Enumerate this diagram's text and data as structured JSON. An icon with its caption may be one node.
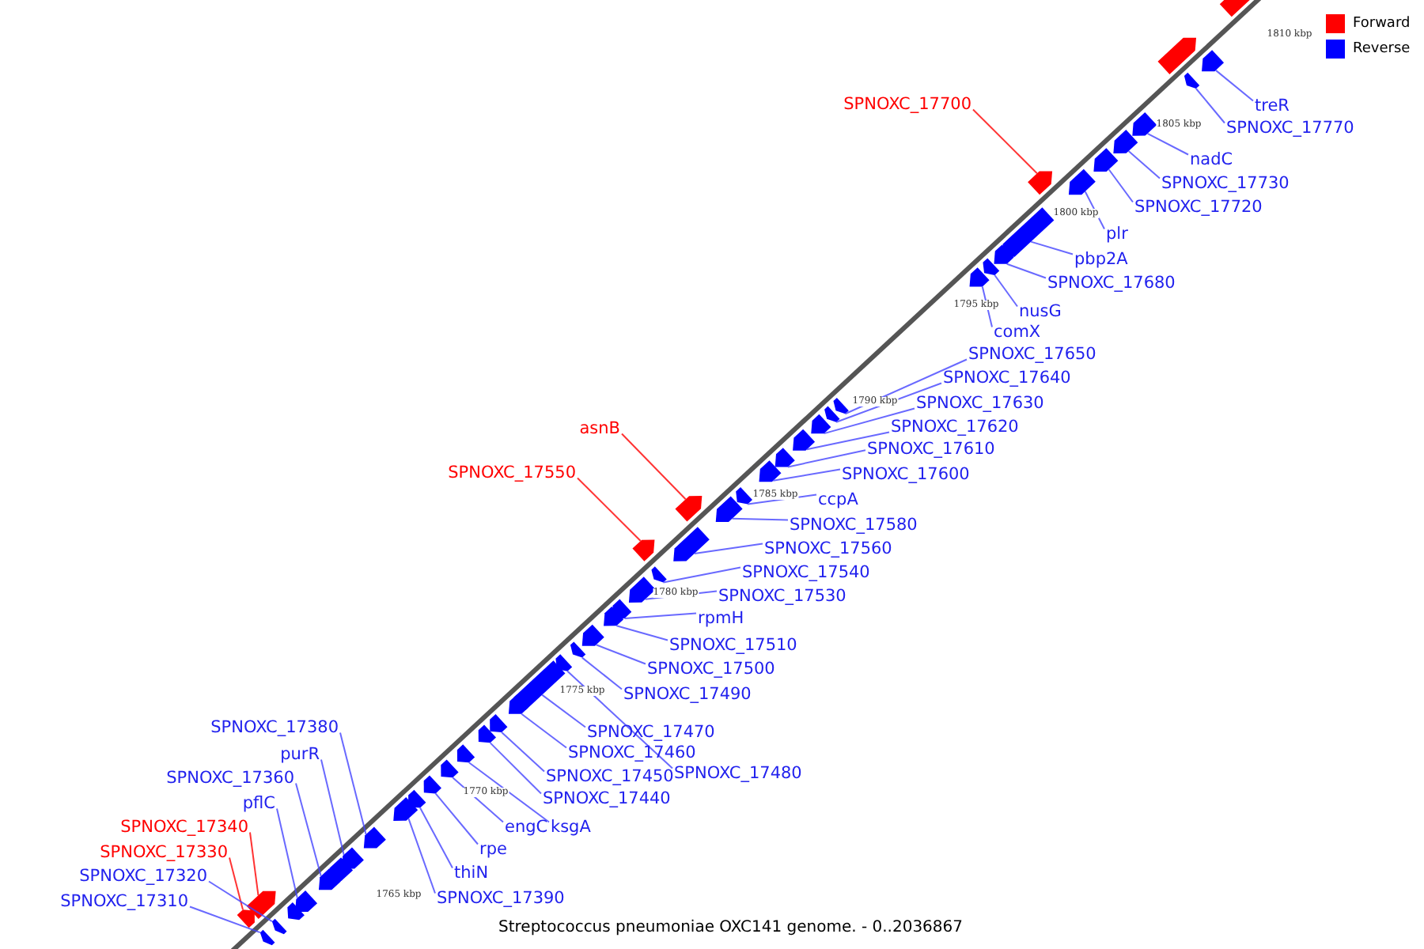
{
  "diagram": {
    "caption": "Streptococcus pneumoniae OXC141 genome. - 0..2036867",
    "nodes": [
      {
        "text": [
          "SPNOXC_17700"
        ]
      },
      {
        "text": [
          "treR"
        ]
      },
      {
        "text": [
          "SPNOXC_17770"
        ]
      },
      {
        "text": [
          "nadC"
        ]
      },
      {
        "text": [
          "SPNOXC_17730"
        ]
      },
      {
        "text": [
          "SPNOXC_17720"
        ]
      },
      {
        "text": [
          "plr"
        ]
      },
      {
        "text": [
          "pbp2A"
        ]
      },
      {
        "text": [
          "SPNOXC_17680"
        ]
      },
      {
        "text": [
          "nusG"
        ]
      },
      {
        "text": [
          "comX"
        ]
      },
      {
        "text": [
          "SPNOXC_17650"
        ]
      },
      {
        "text": [
          "SPNOXC_17640"
        ]
      },
      {
        "text": [
          "SPNOXC_17630"
        ]
      },
      {
        "text": [
          "SPNOXC_17620"
        ]
      },
      {
        "text": [
          "asnB"
        ]
      },
      {
        "text": [
          "SPNOXC_17610"
        ]
      },
      {
        "text": [
          "SPNOXC_17550"
        ]
      },
      {
        "text": [
          "SPNOXC_17600"
        ]
      },
      {
        "text": [
          "ccpA"
        ]
      },
      {
        "text": [
          "SPNOXC_17580"
        ]
      },
      {
        "text": [
          "SPNOXC_17560"
        ]
      },
      {
        "text": [
          "SPNOXC_17540"
        ]
      },
      {
        "text": [
          "SPNOXC_17530"
        ]
      },
      {
        "text": [
          "rpmH"
        ]
      },
      {
        "text": [
          "SPNOXC_17510"
        ]
      },
      {
        "text": [
          "SPNOXC_17500"
        ]
      },
      {
        "text": [
          "SPNOXC_17490"
        ]
      },
      {
        "text": [
          "SPNOXC_17380"
        ]
      },
      {
        "text": [
          "SPNOXC_17470"
        ]
      },
      {
        "text": [
          "purR"
        ]
      },
      {
        "text": [
          "SPNOXC_17460"
        ]
      },
      {
        "text": [
          "SPNOXC_17480"
        ]
      },
      {
        "text": [
          "SPNOXC_17360"
        ]
      },
      {
        "text": [
          "SPNOXC_17450"
        ]
      },
      {
        "text": [
          "SPNOXC_17440"
        ]
      },
      {
        "text": [
          "pflC"
        ]
      },
      {
        "text": [
          "SPNOXC_17340"
        ]
      },
      {
        "text": [
          "engC"
        ]
      },
      {
        "text": [
          "ksgA"
        ]
      },
      {
        "text": [
          "SPNOXC_17330"
        ]
      },
      {
        "text": [
          "rpe"
        ]
      },
      {
        "text": [
          "thiN"
        ]
      },
      {
        "text": [
          "SPNOXC_17320"
        ]
      },
      {
        "text": [
          "SPNOXC_17390"
        ]
      },
      {
        "text": [
          "SPNOXC_17310"
        ]
      },
      {
        "text": [],
        "shape": "pentagon"
      },
      {
        "text": [],
        "shape": "pentagon"
      },
      {
        "text": [],
        "shape": "pentagon"
      },
      {
        "text": [],
        "shape": "pentagon"
      },
      {
        "text": [],
        "shape": "pentagon"
      },
      {
        "text": [],
        "shape": "pentagon"
      },
      {
        "text": [],
        "shape": "pentagon"
      },
      {
        "text": [],
        "shape": "pentagon"
      },
      {
        "text": [],
        "shape": "pentagon"
      },
      {
        "text": [],
        "shape": "pentagon"
      },
      {
        "text": [],
        "shape": "pentagon"
      },
      {
        "text": [],
        "shape": "pentagon"
      },
      {
        "text": [],
        "shape": "pentagon"
      },
      {
        "text": [],
        "shape": "pentagon"
      },
      {
        "text": [],
        "shape": "pentagon"
      },
      {
        "text": [],
        "shape": "pentagon"
      },
      {
        "text": [],
        "shape": "pentagon"
      },
      {
        "text": [],
        "shape": "pentagon"
      },
      {
        "text": [],
        "shape": "pentagon"
      },
      {
        "text": [],
        "shape": "pentagon"
      },
      {
        "text": [],
        "shape": "pentagon"
      },
      {
        "text": [],
        "shape": "pentagon"
      },
      {
        "text": [],
        "shape": "pentagon"
      },
      {
        "text": [],
        "shape": "pentagon"
      },
      {
        "text": [],
        "shape": "pentagon"
      },
      {
        "text": [],
        "shape": "pentagon"
      },
      {
        "text": [],
        "shape": "pentagon"
      },
      {
        "text": [],
        "shape": "pentagon"
      },
      {
        "text": [],
        "shape": "pentagon"
      },
      {
        "text": [],
        "shape": "pentagon"
      },
      {
        "text": [],
        "shape": "pentagon"
      },
      {
        "text": [],
        "shape": "pentagon"
      },
      {
        "text": [],
        "shape": "pentagon"
      },
      {
        "text": [],
        "shape": "pentagon"
      },
      {
        "text": [],
        "shape": "pentagon"
      },
      {
        "text": [],
        "shape": "pentagon"
      },
      {
        "text": [],
        "shape": "pentagon"
      },
      {
        "text": [],
        "shape": "pentagon"
      },
      {
        "text": [],
        "shape": "pentagon"
      },
      {
        "text": [],
        "shape": "pentagon"
      },
      {
        "text": [],
        "shape": "pentagon"
      },
      {
        "text": [],
        "shape": "pentagon"
      },
      {
        "text": [],
        "shape": "pentagon"
      },
      {
        "text": [],
        "shape": "pentagon"
      },
      {
        "text": [],
        "shape": "pentagon"
      },
      {
        "text": [],
        "shape": "pentagon"
      },
      {
        "text": [],
        "shape": "pentagon"
      },
      {
        "text": [],
        "shape": "pentagon"
      },
      {
        "text": [],
        "shape": "pentagon"
      },
      {
        "text": [],
        "shape": "pentagon"
      }
    ],
    "edges": [
      {
        "from": 0,
        "to": 53,
        "arrow": "none",
        "color": "#ff0000"
      },
      {
        "from": 1,
        "to": 47,
        "arrow": "none"
      },
      {
        "from": 2,
        "to": 49,
        "arrow": "none"
      },
      {
        "from": 3,
        "to": 50,
        "arrow": "none"
      },
      {
        "from": 4,
        "to": 51,
        "arrow": "none"
      },
      {
        "from": 5,
        "to": 52,
        "arrow": "none"
      },
      {
        "from": 6,
        "to": 54,
        "arrow": "none"
      },
      {
        "from": 7,
        "to": 55,
        "arrow": "none"
      },
      {
        "from": 8,
        "to": 56,
        "arrow": "none"
      },
      {
        "from": 9,
        "to": 57,
        "arrow": "none"
      },
      {
        "from": 10,
        "to": 58,
        "arrow": "none"
      },
      {
        "from": 11,
        "to": 59,
        "arrow": "none"
      },
      {
        "from": 12,
        "to": 60,
        "arrow": "none"
      },
      {
        "from": 13,
        "to": 61,
        "arrow": "none"
      },
      {
        "from": 14,
        "to": 62,
        "arrow": "none"
      },
      {
        "from": 15,
        "to": 65,
        "arrow": "none",
        "color": "#ff0000"
      },
      {
        "from": 16,
        "to": 63,
        "arrow": "none"
      },
      {
        "from": 17,
        "to": 68,
        "arrow": "none",
        "color": "#ff0000"
      },
      {
        "from": 18,
        "to": 64,
        "arrow": "none"
      },
      {
        "from": 19,
        "to": 66,
        "arrow": "none"
      },
      {
        "from": 20,
        "to": 67,
        "arrow": "none"
      },
      {
        "from": 21,
        "to": 69,
        "arrow": "none"
      },
      {
        "from": 22,
        "to": 70,
        "arrow": "none"
      },
      {
        "from": 23,
        "to": 71,
        "arrow": "none"
      },
      {
        "from": 24,
        "to": 72,
        "arrow": "none"
      },
      {
        "from": 25,
        "to": 73,
        "arrow": "none"
      },
      {
        "from": 26,
        "to": 74,
        "arrow": "none"
      },
      {
        "from": 27,
        "to": 75,
        "arrow": "none"
      },
      {
        "from": 28,
        "to": 87,
        "arrow": "none"
      },
      {
        "from": 29,
        "to": 77,
        "arrow": "none"
      },
      {
        "from": 30,
        "to": 88,
        "arrow": "none"
      },
      {
        "from": 31,
        "to": 78,
        "arrow": "none"
      },
      {
        "from": 32,
        "to": 76,
        "arrow": "none"
      },
      {
        "from": 33,
        "to": 89,
        "arrow": "none"
      },
      {
        "from": 34,
        "to": 79,
        "arrow": "none"
      },
      {
        "from": 35,
        "to": 80,
        "arrow": "none"
      },
      {
        "from": 36,
        "to": 90,
        "arrow": "none"
      },
      {
        "from": 37,
        "to": 91,
        "arrow": "none",
        "color": "#ff0000"
      },
      {
        "from": 38,
        "to": 82,
        "arrow": "none"
      },
      {
        "from": 39,
        "to": 81,
        "arrow": "none"
      },
      {
        "from": 40,
        "to": 92,
        "arrow": "none",
        "color": "#ff0000"
      },
      {
        "from": 41,
        "to": 83,
        "arrow": "none"
      },
      {
        "from": 42,
        "to": 84,
        "arrow": "none"
      },
      {
        "from": 43,
        "to": 93,
        "arrow": "none"
      },
      {
        "from": 44,
        "to": 85,
        "arrow": "none"
      },
      {
        "from": 45,
        "to": 94,
        "arrow": "none"
      }
    ],
    "labels": [
      "1810 kbp",
      "1805 kbp",
      "1800 kbp",
      "1795 kbp",
      "1790 kbp",
      "1785 kbp",
      "1780 kbp",
      "1775 kbp",
      "1770 kbp",
      "1765 kbp"
    ],
    "legend": [
      {
        "text": "Forward",
        "color": "#ff0000"
      },
      {
        "text": "Reverse",
        "color": "#0000ff"
      }
    ]
  }
}
